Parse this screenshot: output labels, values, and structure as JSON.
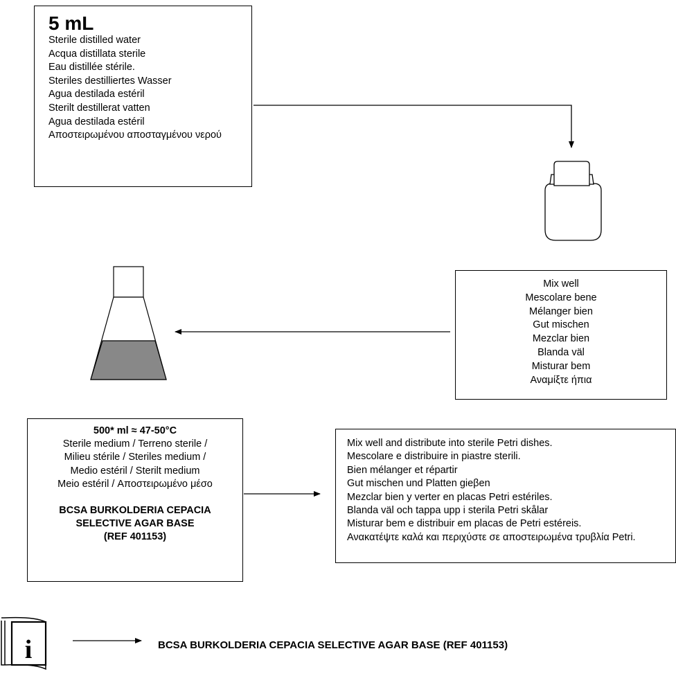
{
  "water_box": {
    "volume": "5 mL",
    "lines": [
      "Sterile distilled water",
      "Acqua distillata sterile",
      "Eau distillée stérile.",
      "Steriles destilliertes Wasser",
      "Agua destilada estéril",
      "Sterilt destillerat vatten",
      "Agua destilada estéril",
      "Αποστειρωμένου αποσταγμένου νερού"
    ]
  },
  "mix_box": {
    "lines": [
      "Mix well",
      "Mescolare bene",
      "Mélanger bien",
      "Gut mischen",
      "Mezclar bien",
      "Blanda väl",
      "Misturar bem",
      "Αναμίξτε ήπια"
    ]
  },
  "medium_box": {
    "header": "500* ml  ≈ 47-50°C",
    "lines": [
      "Sterile medium / Terreno sterile /",
      "Milieu stérile / Steriles medium /",
      "Medio estéril / Sterilt medium",
      "Meio estéril /  Αποστειρωμένο μέσο"
    ],
    "product": [
      "BCSA BURKOLDERIA CEPACIA",
      "SELECTIVE AGAR BASE",
      "(REF 401153)"
    ]
  },
  "dist_box": {
    "lines": [
      "Mix well and distribute into sterile Petri dishes.",
      "Mescolare e distribuire in piastre sterili.",
      "Bien mélanger et répartir",
      "Gut mischen und Platten gieβen",
      "Mezclar bien y verter en placas Petri estériles.",
      "Blanda väl och tappa upp i sterila Petri skålar",
      "Misturar bem e distribuir em placas de Petri estéreis."
    ],
    "last_line": "Ανακατέψτε καλά και περιχύστε σε αποστειρωμένα τρυβλία Petri."
  },
  "footer": {
    "text": "BCSA BURKOLDERIA CEPACIA SELECTIVE AGAR BASE  (REF 401153)",
    "icon": "i"
  },
  "icons": [
    "bottle-icon",
    "flask-icon",
    "info-manual-icon"
  ],
  "colors": {
    "flask_liquid": "#888888",
    "line": "#000000"
  }
}
